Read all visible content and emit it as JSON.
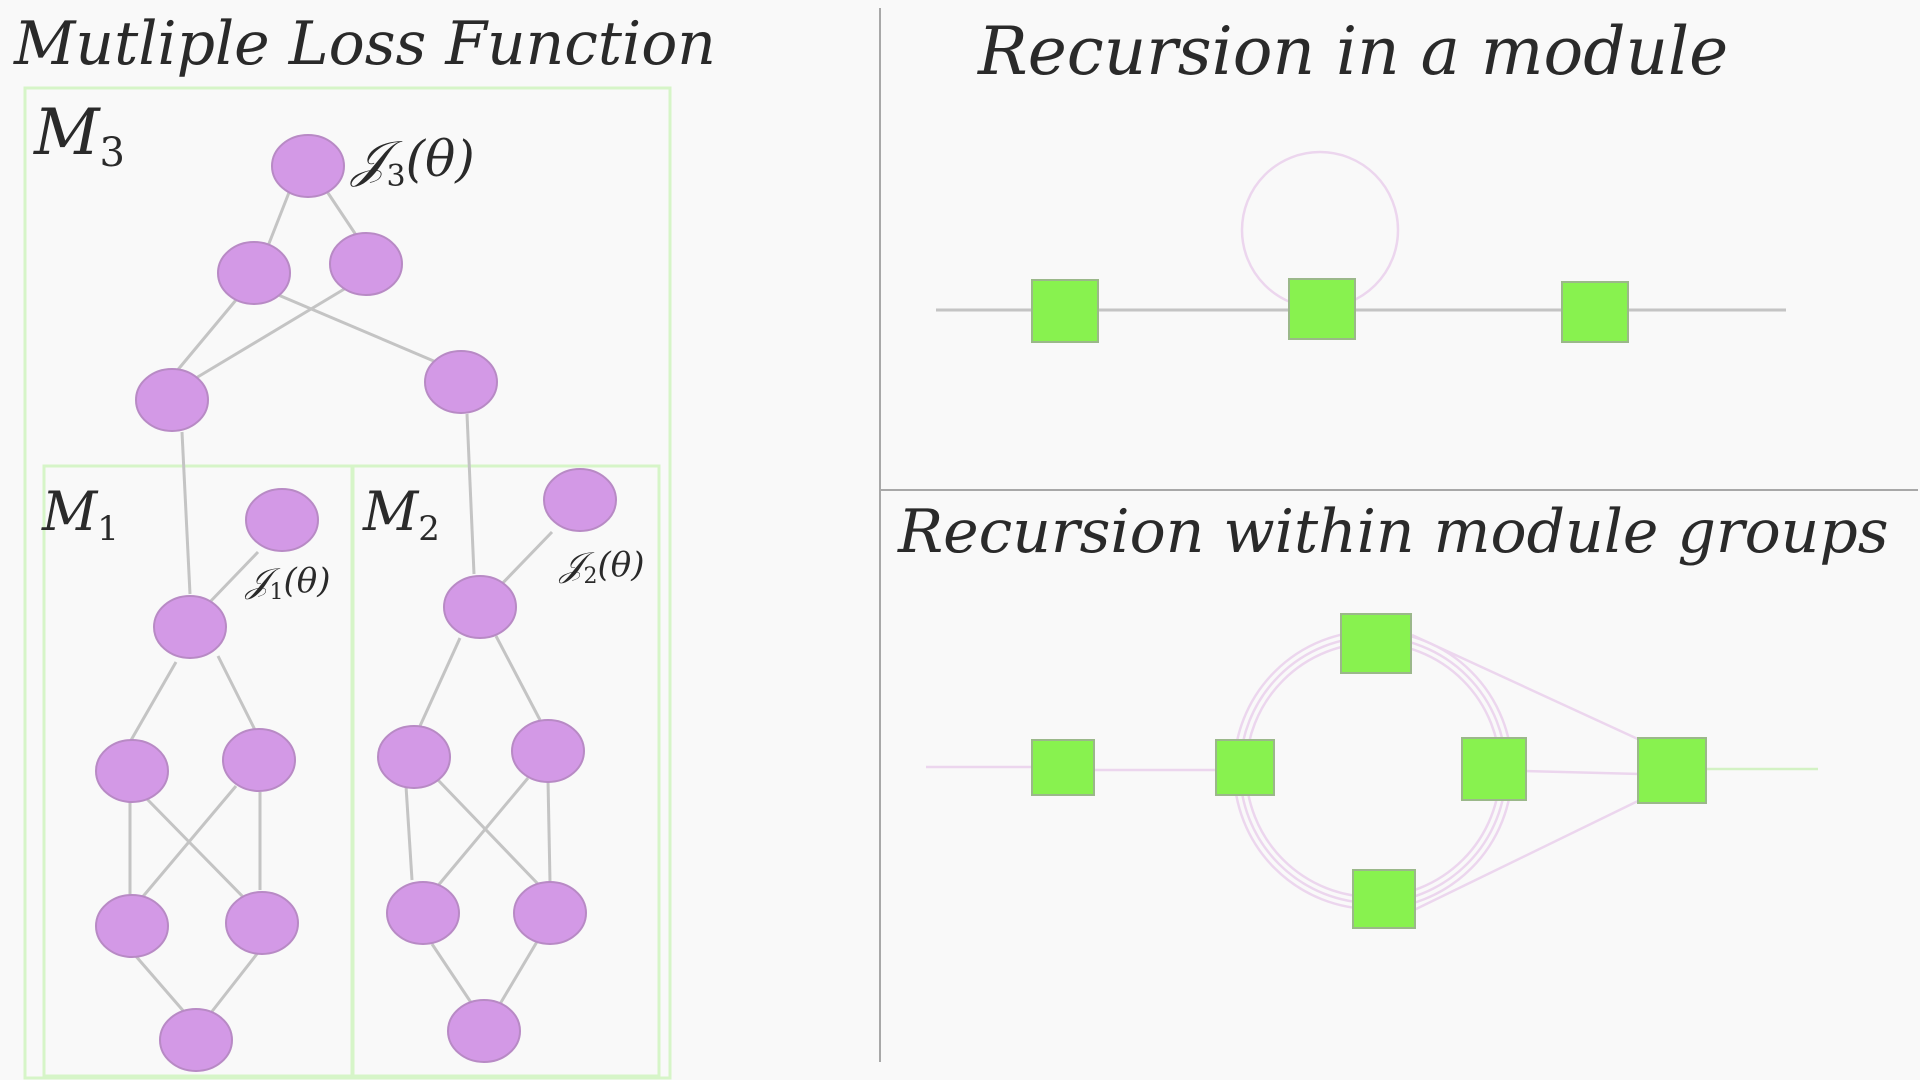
{
  "left": {
    "title": "Mutliple Loss Function",
    "modules": [
      {
        "id": "M3",
        "label": "M",
        "sub": "3",
        "loss": "𝒥",
        "loss_sub": "3",
        "loss_arg": "(θ)"
      },
      {
        "id": "M1",
        "label": "M",
        "sub": "1",
        "loss": "𝒥",
        "loss_sub": "1",
        "loss_arg": "(θ)"
      },
      {
        "id": "M2",
        "label": "M",
        "sub": "2",
        "loss": "𝒥",
        "loss_sub": "2",
        "loss_arg": "(θ)"
      }
    ]
  },
  "right": {
    "top_title": "Recursion in a module",
    "bottom_title": "Recursion within  module groups"
  },
  "colors": {
    "node": "#d399e6",
    "square": "#88f24f",
    "module_box": "#d6f5c8",
    "edge": "#c4c4c4",
    "recurrent_edge": "#ecd6ee"
  }
}
